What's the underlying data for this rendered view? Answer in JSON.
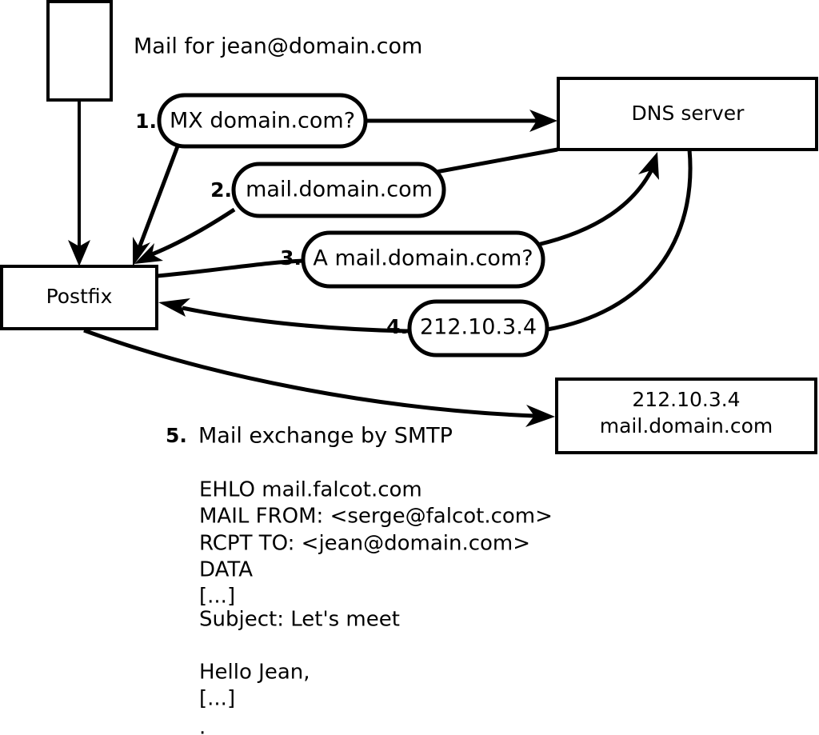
{
  "diagram": {
    "title_caption": "Mail for jean@domain.com",
    "nodes": [
      {
        "id": "source",
        "label": ""
      },
      {
        "id": "postfix",
        "label": "Postfix"
      },
      {
        "id": "dns",
        "label": "DNS server"
      },
      {
        "id": "target",
        "label_line1": "212.10.3.4",
        "label_line2": "mail.domain.com"
      }
    ],
    "steps": [
      {
        "num": "1.",
        "label": "MX domain.com?"
      },
      {
        "num": "2.",
        "label": "mail.domain.com"
      },
      {
        "num": "3.",
        "label": "A mail.domain.com?"
      },
      {
        "num": "4.",
        "label": "212.10.3.4"
      }
    ],
    "step5": {
      "num": "5.",
      "label": "Mail exchange by SMTP"
    },
    "smtp_transcript": [
      "EHLO mail.falcot.com",
      "MAIL FROM: <serge@falcot.com>",
      "RCPT TO: <jean@domain.com>",
      "DATA",
      "[...]",
      "Subject: Let's meet",
      "",
      "Hello Jean,",
      "[...]",
      "."
    ],
    "colors": {
      "stroke": "#000000",
      "fill": "#ffffff"
    }
  }
}
